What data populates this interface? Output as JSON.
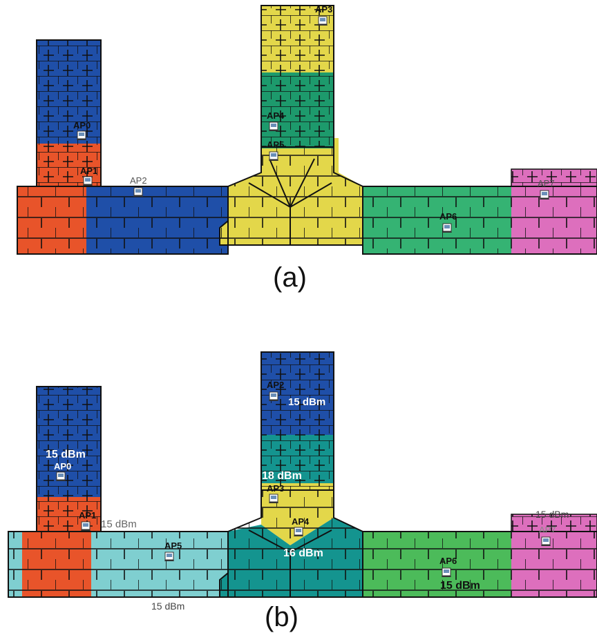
{
  "colors": {
    "blue": "#1f4fa8",
    "red": "#e8542a",
    "yellow": "#e3d74a",
    "dark_green": "#1d9a6c",
    "green": "#35b373",
    "light_green": "#4cbb5a",
    "pink": "#dd6fbd",
    "cyan": "#7fcfd0",
    "teal": "#14948f",
    "wall": "#111111"
  },
  "panels": [
    {
      "caption": "(a)",
      "aps": [
        {
          "label": "AP0"
        },
        {
          "label": "AP1"
        },
        {
          "label": "AP2"
        },
        {
          "label": "AP3"
        },
        {
          "label": "AP4"
        },
        {
          "label": "AP5"
        },
        {
          "label": "AP6"
        },
        {
          "label": "AP7"
        }
      ]
    },
    {
      "caption": "(b)",
      "aps": [
        {
          "label": "AP0"
        },
        {
          "label": "AP1"
        },
        {
          "label": "AP2"
        },
        {
          "label": "AP3"
        },
        {
          "label": "AP4"
        },
        {
          "label": "AP5"
        },
        {
          "label": "AP6"
        },
        {
          "label": "AP7"
        }
      ],
      "power_labels": [
        {
          "text": "15 dBm"
        },
        {
          "text": "15 dBm"
        },
        {
          "text": "15 dBm"
        },
        {
          "text": "18 dBm"
        },
        {
          "text": "16 dBm"
        },
        {
          "text": "15 dBm"
        },
        {
          "text": "15 dBm"
        },
        {
          "text": "15 dBm"
        }
      ]
    }
  ]
}
